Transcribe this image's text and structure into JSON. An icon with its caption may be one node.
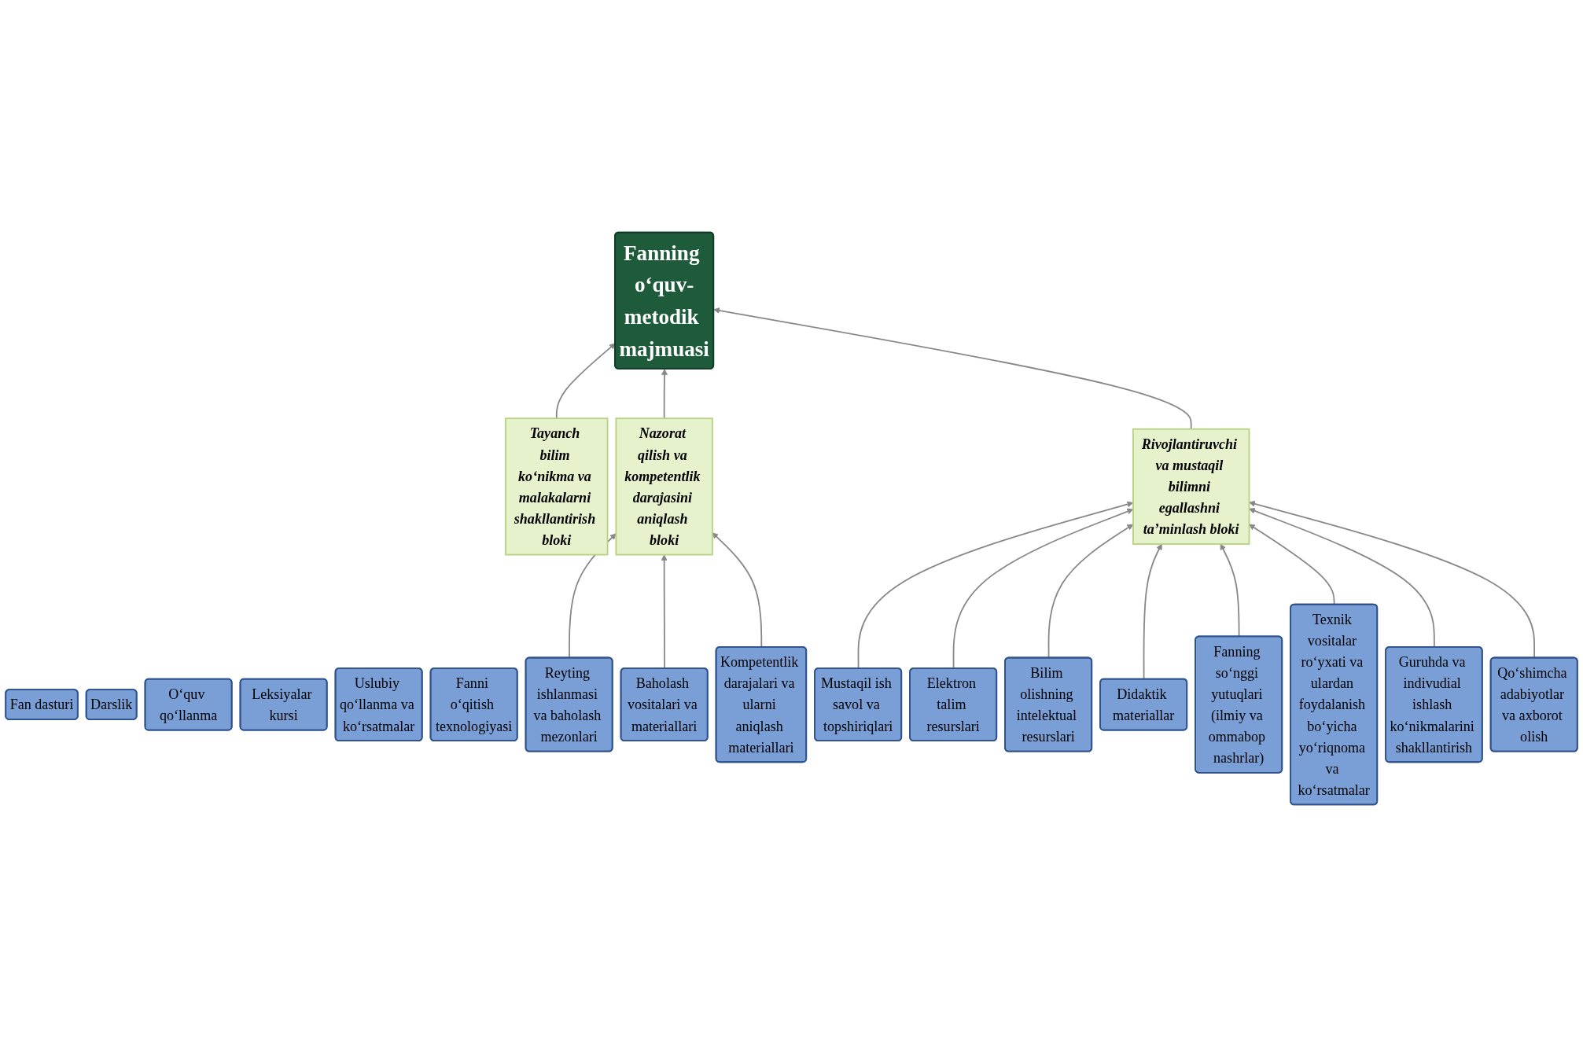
{
  "diagram": {
    "nodes": [
      {
        "text": [
          "Fan dasturi"
        ]
      },
      {
        "text": [
          "Darslik"
        ]
      },
      {
        "text": [
          "O‘quv qo‘llanma"
        ]
      },
      {
        "text": [
          "Leksiyalar kursi"
        ]
      },
      {
        "text": [
          "Uslubiy qo‘llanma va ko‘rsatmalar"
        ]
      },
      {
        "text": [
          "Fanni o‘qitish texnologiyasi"
        ]
      },
      {
        "text": [
          "Tayanch bilim ko‘nikma va malakalarni shakllantirish bloki"
        ]
      },
      {
        "text": [
          "Fanning o‘quv-metodik majmuasi"
        ]
      },
      {
        "text": [
          "Nazorat qilish va kompetentlik darajasini aniqlash bloki"
        ]
      },
      {
        "text": [
          "Reyting ishlanmasi va baholash mezonlari"
        ]
      },
      {
        "text": [
          "Baholash vositalari va materiallari"
        ]
      },
      {
        "text": [
          "Kompetentlik darajalari va ularni aniqlash materiallari"
        ]
      },
      {
        "text": [
          "Rivojlantiruvchi va mustaqil bilimni egallashni ta’minlash bloki"
        ]
      },
      {
        "text": [
          "Mustaqil ish savol va topshiriqlari"
        ]
      },
      {
        "text": [
          "Elektron talim resurslari"
        ]
      },
      {
        "text": [
          "Bilim olishning intelektual resurslari"
        ]
      },
      {
        "text": [
          "Didaktik materiallar"
        ]
      },
      {
        "text": [
          "Fanning so‘nggi yutuqlari (ilmiy va ommabop nashrlar)"
        ]
      },
      {
        "text": [
          "Texnik vositalar ro‘yxati va ulardan foydalanish bo‘yicha yo‘riqnoma va ko‘rsatmalar"
        ]
      },
      {
        "text": [
          "Guruhda va indivudial ishlash ko‘nikmalarini shakllantirish"
        ]
      },
      {
        "text": [
          "Qo‘shimcha adabiyotlar va axborot olish"
        ]
      }
    ],
    "edges": [
      {
        "from": 6,
        "to": 7,
        "arrow": "to"
      },
      {
        "from": 8,
        "to": 7,
        "arrow": "to"
      },
      {
        "from": 9,
        "to": 8,
        "arrow": "to"
      },
      {
        "from": 10,
        "to": 8,
        "arrow": "to"
      },
      {
        "from": 11,
        "to": 8,
        "arrow": "to"
      },
      {
        "from": 12,
        "to": 7,
        "arrow": "to"
      },
      {
        "from": 13,
        "to": 12,
        "arrow": "to"
      },
      {
        "from": 14,
        "to": 12,
        "arrow": "to"
      },
      {
        "from": 15,
        "to": 12,
        "arrow": "to"
      },
      {
        "from": 16,
        "to": 12,
        "arrow": "to"
      },
      {
        "from": 17,
        "to": 12,
        "arrow": "to"
      },
      {
        "from": 18,
        "to": 12,
        "arrow": "to"
      },
      {
        "from": 19,
        "to": 12,
        "arrow": "to"
      },
      {
        "from": 20,
        "to": 12,
        "arrow": "to"
      }
    ]
  }
}
